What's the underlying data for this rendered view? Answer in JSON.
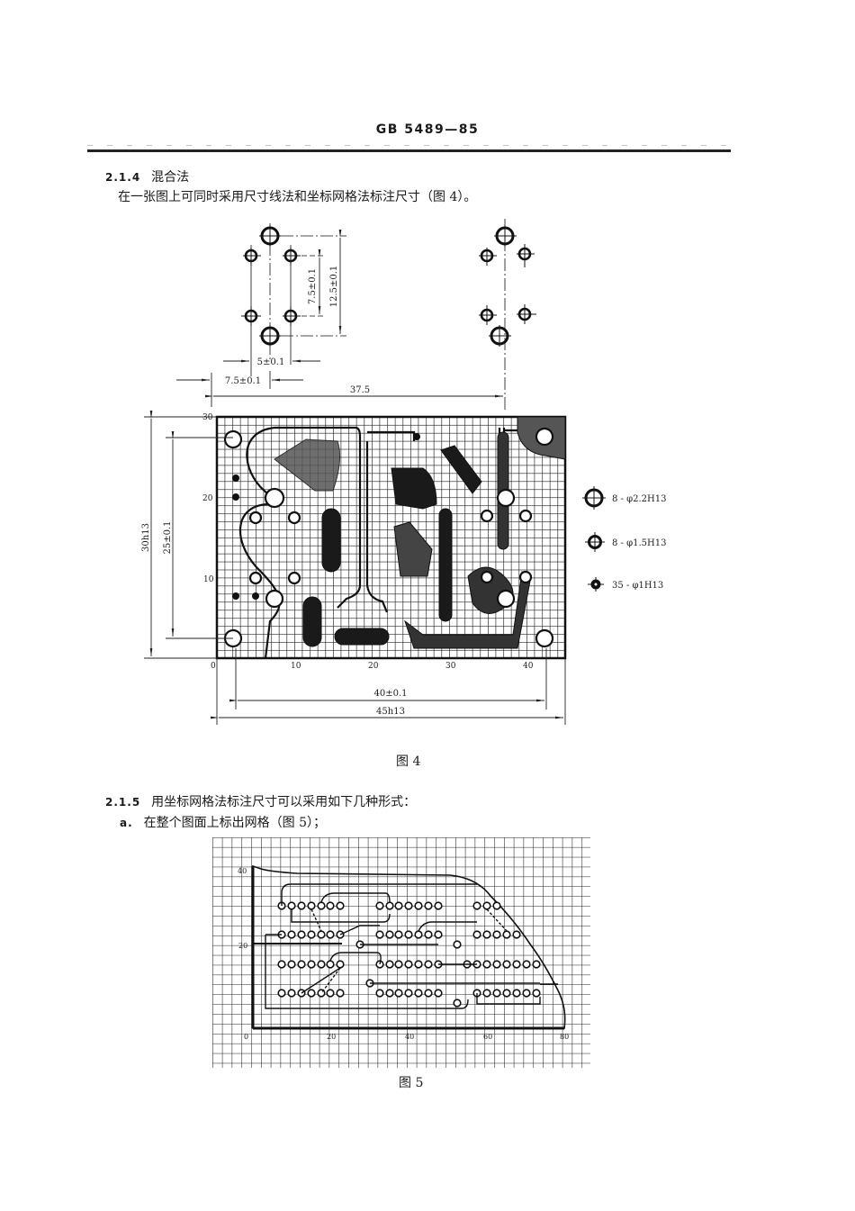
{
  "header": {
    "standard_code": "GB 5489—85"
  },
  "section_214": {
    "number": "2.1.4",
    "title": "混合法",
    "body": "在一张图上可同时采用尺寸线法和坐标网格法标注尺寸（图 4）。"
  },
  "figure4": {
    "caption": "图 4",
    "dimensions": {
      "vertical_inner": "7.5±0.1",
      "vertical_outer": "12.5±0.1",
      "horizontal_pitch": "5±0.1",
      "horizontal_offset": "7.5±0.1",
      "horizontal_span": "37.5",
      "board_height_tol": "25±0.1",
      "board_height": "30h13",
      "board_width_tol": "40±0.1",
      "board_width": "45h13"
    },
    "axis": {
      "x_ticks": [
        "0",
        "10",
        "20",
        "30",
        "40"
      ],
      "y_ticks": [
        "10",
        "20",
        "30"
      ]
    },
    "legend": [
      {
        "symbol": "large-hole",
        "label": "8 - φ2.2H13"
      },
      {
        "symbol": "medium-hole",
        "label": "8 - φ1.5H13"
      },
      {
        "symbol": "small-hole",
        "label": "35 - φ1H13"
      }
    ]
  },
  "section_215": {
    "number": "2.1.5",
    "body": "用坐标网格法标注尺寸可以采用如下几种形式：",
    "item_a_label": "a.",
    "item_a_text": "在整个图面上标出网格（图 5）；"
  },
  "figure5": {
    "caption": "图 5",
    "axis": {
      "x_ticks": [
        "0",
        "20",
        "40",
        "60",
        "80"
      ],
      "y_ticks": [
        "20",
        "40"
      ]
    }
  }
}
